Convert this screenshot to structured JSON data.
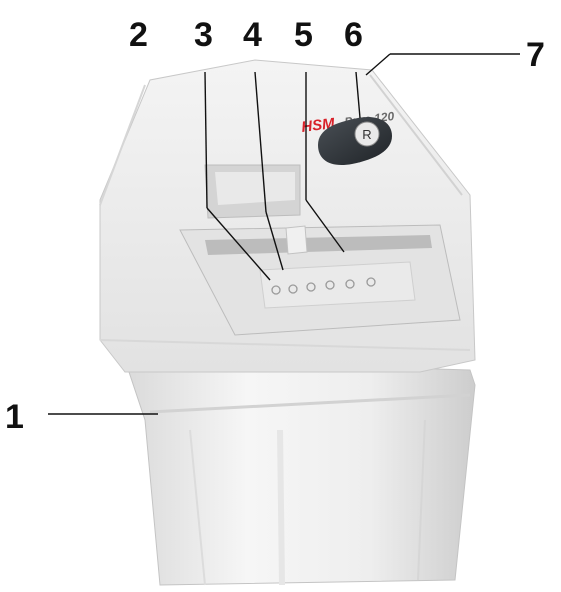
{
  "callouts": [
    {
      "id": "1",
      "label": "1"
    },
    {
      "id": "2",
      "label": "2"
    },
    {
      "id": "3",
      "label": "3"
    },
    {
      "id": "4",
      "label": "4"
    },
    {
      "id": "5",
      "label": "5"
    },
    {
      "id": "6",
      "label": "6"
    },
    {
      "id": "7",
      "label": "7"
    }
  ],
  "shredder": {
    "brand": "HSM",
    "model": "Pure 120",
    "button_label": "R",
    "colors": {
      "brand_red": "#d8222a",
      "button_dark": "#2e3338",
      "body_light": "#f3f3f3",
      "body_shadow": "#cfcfcf"
    }
  }
}
